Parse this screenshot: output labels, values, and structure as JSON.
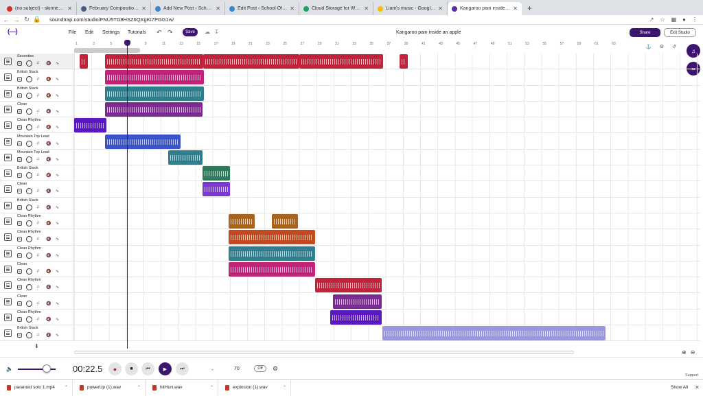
{
  "browser": {
    "tabs": [
      {
        "title": "(no subject) - skinnerh@studio",
        "favcolor": "#d93025",
        "active": false
      },
      {
        "title": "February Composition Project",
        "favcolor": "#4a5d7e",
        "active": false
      },
      {
        "title": "Add New Post ‹ School Of rock",
        "favcolor": "#3a86c8",
        "active": false
      },
      {
        "title": "Edit Post ‹ School Of rock Cla",
        "favcolor": "#3a86c8",
        "active": false
      },
      {
        "title": "Cloud Storage for Work and H",
        "favcolor": "#1fa463",
        "active": false
      },
      {
        "title": "Liam's music - Google Drive",
        "favcolor": "#fbbc04",
        "active": false
      },
      {
        "title": "Kangaroo pain inside an a",
        "favcolor": "#5b2ca0",
        "active": true
      }
    ],
    "new_tab": "+",
    "url": "soundtrap.com/studio/FNU5TD8HSZ6QXgKI7PGG1w/"
  },
  "app": {
    "logo": "(—)",
    "menus": [
      "File",
      "Edit",
      "Settings",
      "Tutorials"
    ],
    "save_label": "Save",
    "song_title": "Kangaroo pain inside an apple",
    "share_label": "Share",
    "exit_label": "Exit Studio",
    "support_label": "Support"
  },
  "ruler": [
    "1",
    "3",
    "5",
    "7",
    "9",
    "11",
    "13",
    "15",
    "17",
    "19",
    "21",
    "23",
    "25",
    "27",
    "29",
    "31",
    "33",
    "35",
    "37",
    "39",
    "41",
    "43",
    "45",
    "47",
    "49",
    "51",
    "53",
    "55",
    "57",
    "59",
    "61",
    "63"
  ],
  "tracks": [
    {
      "name": "Seventies",
      "selected": true
    },
    {
      "name": "British Stack"
    },
    {
      "name": "British Stack"
    },
    {
      "name": "Clean"
    },
    {
      "name": "Clean Rhythm"
    },
    {
      "name": "Mountain Top Lead"
    },
    {
      "name": "Mountain Top Lead"
    },
    {
      "name": "British Stack"
    },
    {
      "name": "Clean"
    },
    {
      "name": "British Stack"
    },
    {
      "name": "Clean Rhythm"
    },
    {
      "name": "Clean Rhythm"
    },
    {
      "name": "Clean Rhythm"
    },
    {
      "name": "Clean"
    },
    {
      "name": "Clean Rhythm"
    },
    {
      "name": "Clean"
    },
    {
      "name": "Clean Rhythm"
    },
    {
      "name": "British Stack"
    }
  ],
  "colors": {
    "accent": "#3d1570"
  },
  "transport": {
    "time": "00:22.5",
    "dash": "-",
    "tempo": "70",
    "metronome": "Off"
  },
  "downloads": {
    "items": [
      "paranoid solo 1.mp4",
      "powerUp (1).wav",
      "hitHurt.wav",
      "explosion (1).wav"
    ],
    "show_all": "Show All"
  }
}
